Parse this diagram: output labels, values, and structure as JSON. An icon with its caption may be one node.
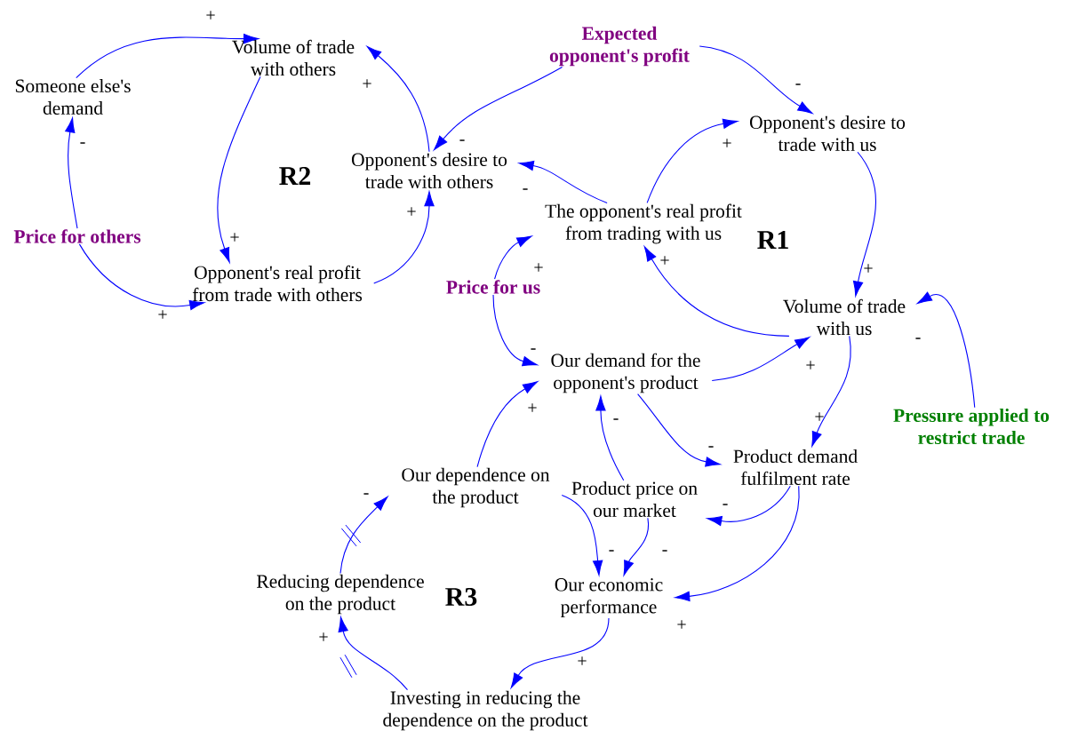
{
  "diagram": {
    "nodes": [
      {
        "text": [
          "Volume of trade with others"
        ]
      },
      {
        "text": [
          "Someone else's demand"
        ]
      },
      {
        "text": [
          "Price for others"
        ]
      },
      {
        "text": [
          "Opponent's desire to trade with others"
        ]
      },
      {
        "text": [
          "Opponent's real profit from trade with others"
        ]
      },
      {
        "text": [
          "Expected opponent's profit"
        ]
      },
      {
        "text": [
          "Opponent's desire to trade with us"
        ]
      },
      {
        "text": [
          "The opponent's real profit from trading with us"
        ]
      },
      {
        "text": [
          "Price for us"
        ]
      },
      {
        "text": [
          "Volume of trade with us"
        ]
      },
      {
        "text": [
          "Our demand for the opponent's product"
        ]
      },
      {
        "text": [
          "Pressure applied to restrict trade"
        ]
      },
      {
        "text": [
          "Our dependence on the product"
        ]
      },
      {
        "text": [
          "Product price on our market"
        ]
      },
      {
        "text": [
          "Product demand fulfilment rate"
        ]
      },
      {
        "text": [
          "Reducing dependence on the product"
        ]
      },
      {
        "text": [
          "Our economic performance"
        ]
      },
      {
        "text": [
          "Investing in reducing the dependence on the product"
        ]
      }
    ],
    "edges": [
      {
        "from": 1,
        "to": 0,
        "arrow": "to",
        "label": "+"
      },
      {
        "from": 0,
        "to": 4,
        "arrow": "to",
        "label": "+"
      },
      {
        "from": 2,
        "to": 1,
        "arrow": "to",
        "label": "-"
      },
      {
        "from": 2,
        "to": 4,
        "arrow": "to",
        "label": "+"
      },
      {
        "from": 4,
        "to": 3,
        "arrow": "to",
        "label": "+"
      },
      {
        "from": 3,
        "to": 0,
        "arrow": "to",
        "label": "+"
      },
      {
        "from": 5,
        "to": 3,
        "arrow": "to",
        "label": "-"
      },
      {
        "from": 5,
        "to": 6,
        "arrow": "to",
        "label": "-"
      },
      {
        "from": 7,
        "to": 3,
        "arrow": "to",
        "label": "-"
      },
      {
        "from": 7,
        "to": 6,
        "arrow": "to",
        "label": "+"
      },
      {
        "from": 6,
        "to": 9,
        "arrow": "to",
        "label": "+"
      },
      {
        "from": 9,
        "to": 7,
        "arrow": "to",
        "label": "+"
      },
      {
        "from": 8,
        "to": 7,
        "arrow": "to",
        "label": "+"
      },
      {
        "from": 8,
        "to": 10,
        "arrow": "to",
        "label": "-"
      },
      {
        "from": 10,
        "to": 9,
        "arrow": "to",
        "label": "+"
      },
      {
        "from": 11,
        "to": 9,
        "arrow": "to",
        "label": "-"
      },
      {
        "from": 10,
        "to": 14,
        "arrow": "to",
        "label": "-"
      },
      {
        "from": 9,
        "to": 14,
        "arrow": "to",
        "label": "+"
      },
      {
        "from": 13,
        "to": 10,
        "arrow": "to",
        "label": "-"
      },
      {
        "from": 14,
        "to": 13,
        "arrow": "to",
        "label": "-"
      },
      {
        "from": 14,
        "to": 16,
        "arrow": "to",
        "label": "+"
      },
      {
        "from": 12,
        "to": 10,
        "arrow": "to",
        "label": "+"
      },
      {
        "from": 12,
        "to": 16,
        "arrow": "to",
        "label": "-"
      },
      {
        "from": 13,
        "to": 16,
        "arrow": "to",
        "label": "-"
      },
      {
        "from": 16,
        "to": 17,
        "arrow": "to",
        "label": "+"
      },
      {
        "from": 17,
        "to": 15,
        "arrow": "to",
        "label": "+"
      },
      {
        "from": 15,
        "to": 12,
        "arrow": "to",
        "label": "-"
      }
    ],
    "labels": [
      "R2",
      "R1",
      "R3"
    ]
  }
}
